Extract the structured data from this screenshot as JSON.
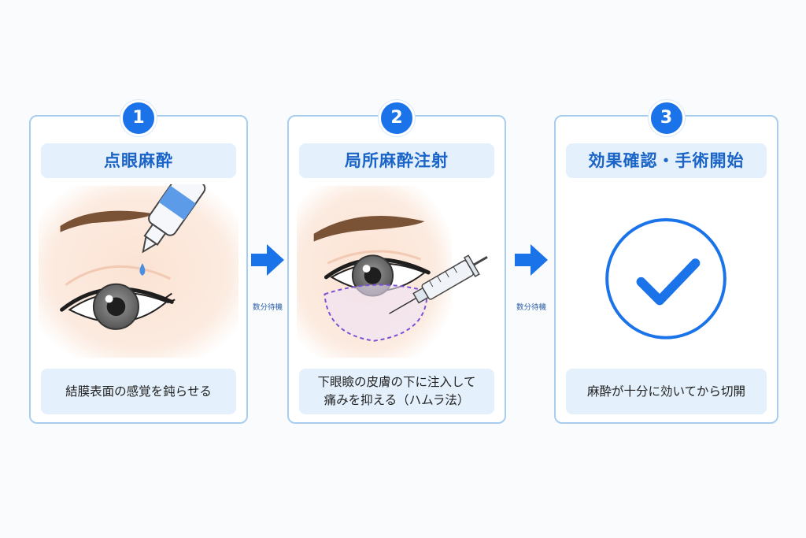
{
  "steps": [
    {
      "number": "1",
      "title": "点眼麻酔",
      "description": [
        "結膜表面の感覚を鈍らせる"
      ]
    },
    {
      "number": "2",
      "title": "局所麻酔注射",
      "description": [
        "下眼瞼の皮膚の下に注入して",
        "痛みを抑える（ハムラ法）"
      ]
    },
    {
      "number": "3",
      "title": "効果確認・手術開始",
      "description": [
        "麻酔が十分に効いてから切開"
      ]
    }
  ],
  "arrows": [
    {
      "label": "数分待機"
    },
    {
      "label": "数分待機"
    }
  ],
  "colors": {
    "accent": "#1a73e8",
    "card_border": "#a9cdee",
    "pill_bg": "#e4f0fb",
    "title_text": "#1a64c8",
    "dashed_area": "#7b4fd6"
  },
  "icons": [
    "eye-drop-bottle-icon",
    "syringe-icon",
    "check-circle-icon",
    "right-arrow-icon"
  ]
}
